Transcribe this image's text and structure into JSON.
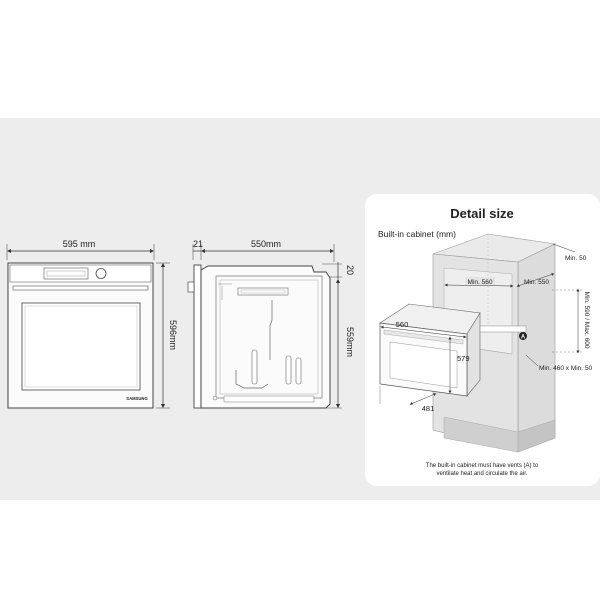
{
  "oven_front": {
    "width_label": "595 mm",
    "height_label": "596mm",
    "brand": "SAMSUNG"
  },
  "oven_side": {
    "door_depth_label": "21",
    "depth_label": "550mm",
    "top_gap_label": "20",
    "height_label": "559mm"
  },
  "detail": {
    "title": "Detail size",
    "subtitle": "Built-in cabinet (mm)",
    "min_50_top": "Min. 50",
    "min_560": "Min. 560",
    "min_550": "Min. 550",
    "min_590_max_600": "Min. 590 / Max. 600",
    "oven_width": "560",
    "oven_height": "579",
    "oven_depth": "481",
    "vent_marker": "A",
    "vent_size": "Min. 460 x Min. 50",
    "note_line1": "The built-in cabinet must have vents (A) to",
    "note_line2": "ventilate heat and circulate the air."
  }
}
